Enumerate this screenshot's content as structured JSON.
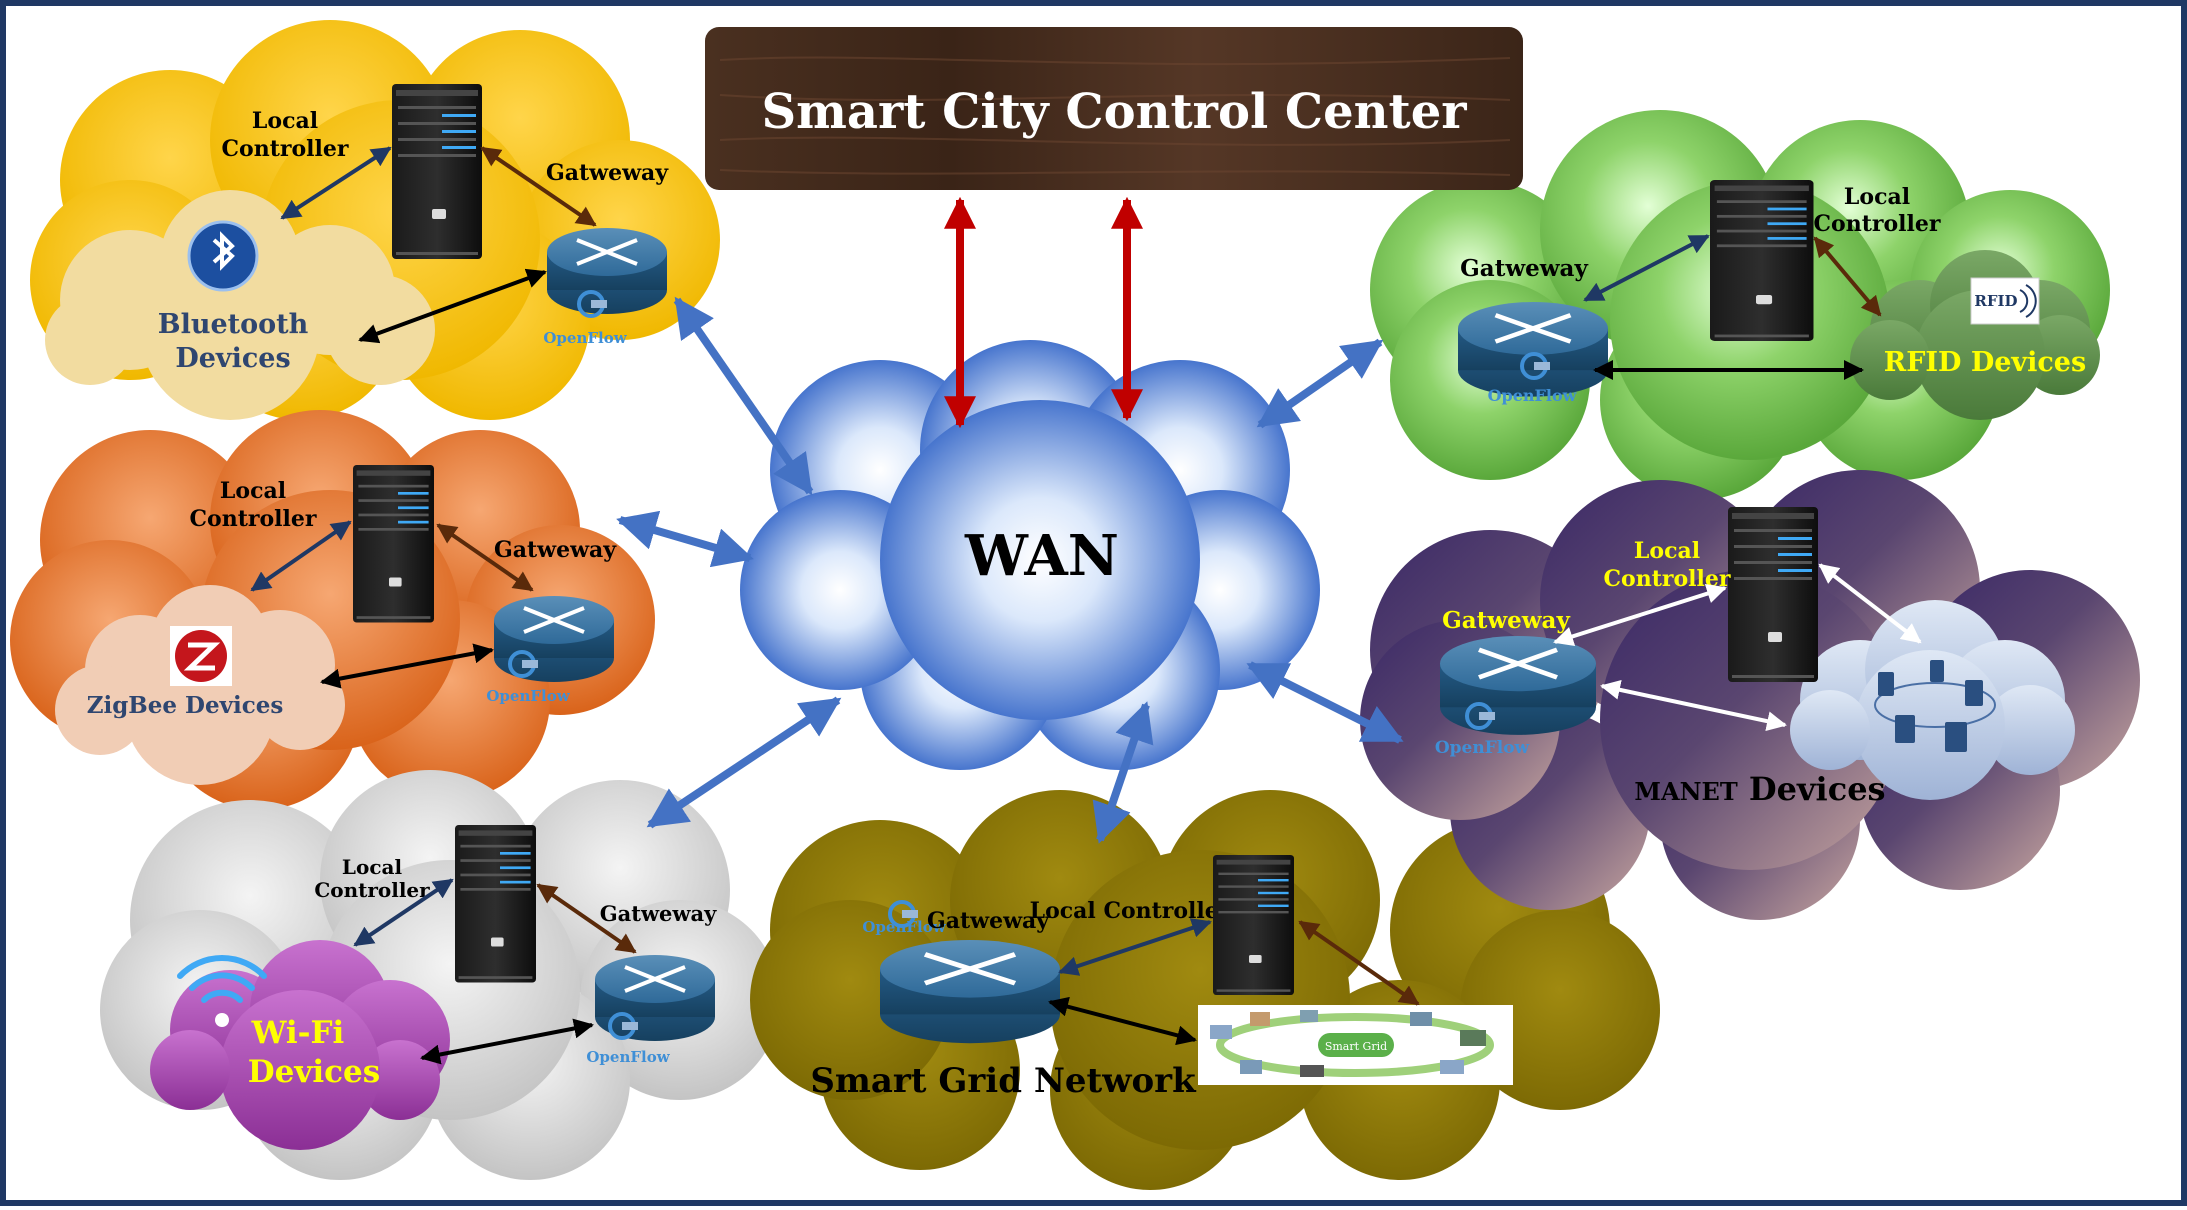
{
  "control_center": {
    "title": "Smart City Control Center"
  },
  "wan": {
    "label": "WAN"
  },
  "openflow_label": "OpenFlow",
  "clusters": {
    "bluetooth": {
      "devices_line1": "Bluetooth",
      "devices_line2": "Devices",
      "controller_line1": "Local",
      "controller_line2": "Controller",
      "gateway": "Gatweway"
    },
    "zigbee": {
      "devices": "ZigBee  Devices",
      "controller_line1": "Local",
      "controller_line2": "Controller",
      "gateway": "Gatweway"
    },
    "wifi": {
      "devices_line1": "Wi-Fi",
      "devices_line2": "Devices",
      "controller_line1": "Local",
      "controller_line2": "Controller",
      "gateway": "Gatweway"
    },
    "smartgrid": {
      "network": "Smart Grid Network",
      "controller": "Local Controller",
      "gateway": "Gatweway",
      "image_label": "Smart Grid"
    },
    "rfid": {
      "devices": "RFID Devices",
      "controller_line1": "Local",
      "controller_line2": "Controller",
      "gateway": "Gatweway",
      "tag": "RFID"
    },
    "manet": {
      "devices_prefix": "MANET",
      "devices_suffix": " Devices",
      "controller_line1": "Local",
      "controller_line2": "Controller",
      "gateway": "Gatweway"
    }
  },
  "colors": {
    "frame": "#1f3864",
    "arrow_blue": "#4472c4",
    "arrow_red": "#c00000",
    "bluetooth_cloud": "#ffc000",
    "zigbee_cloud": "#e87d3e",
    "wifi_cloud": "#d9d9d9",
    "smartgrid_cloud": "#8e7a05",
    "rfid_cloud": "#6ab84a",
    "manet_cloud": "#4b3a63"
  }
}
